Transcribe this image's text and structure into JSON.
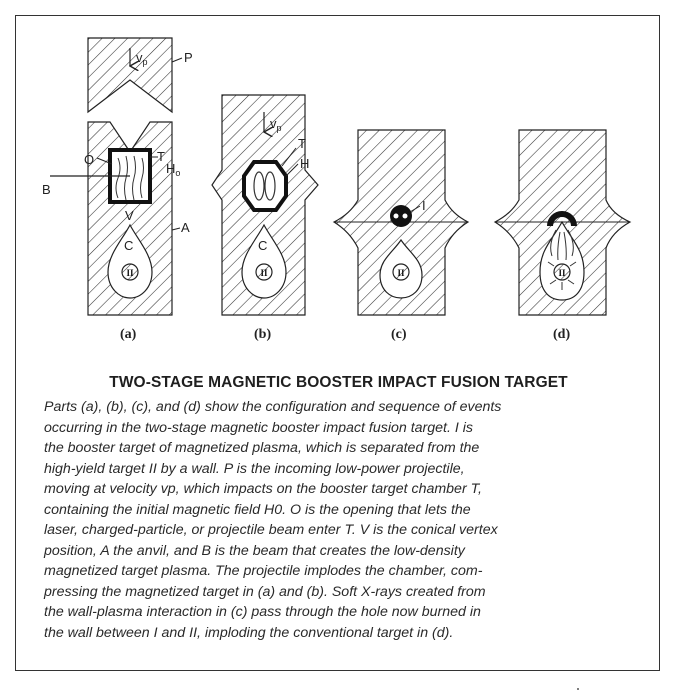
{
  "labels": {
    "vp": "v",
    "vp_sub": "p",
    "P": "P",
    "O": "O",
    "T": "T",
    "H0": "H",
    "H0_sub": "o",
    "B": "B",
    "V": "V",
    "A": "A",
    "C": "C",
    "H": "H",
    "I": "I",
    "II": "II"
  },
  "panels": [
    "(a)",
    "(b)",
    "(c)",
    "(d)"
  ],
  "caption": {
    "title": "TWO-STAGE MAGNETIC BOOSTER IMPACT FUSION TARGET",
    "lines": [
      "Parts (a), (b), (c), and (d) show the configuration and sequence of events",
      "occurring in the two-stage magnetic booster impact fusion target. I is",
      "the booster target of magnetized plasma, which is separated from the",
      "high-yield target II by a wall. P is the incoming low-power projectile,",
      "moving at velocity vp, which impacts on the booster target chamber T,",
      "containing the initial magnetic field H0. O is the opening that lets the",
      "laser, charged-particle, or projectile beam enter T. V is the conical vertex",
      "position, A the anvil, and B is the beam that creates the low-density",
      "magnetized target plasma. The projectile implodes the chamber, com-",
      "pressing the magnetized target in (a) and (b). Soft X-rays created from",
      "the wall-plasma interaction in (c) pass through the hole now burned in",
      "the wall between I and II, imploding the conventional target in (d)."
    ]
  }
}
